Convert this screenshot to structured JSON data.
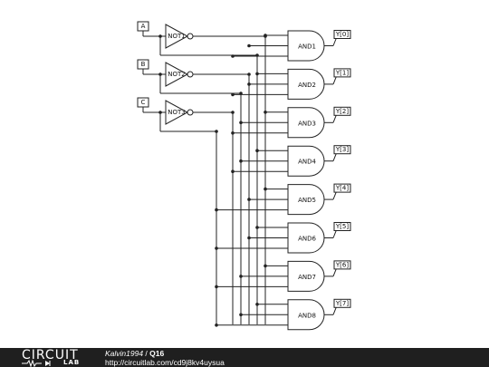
{
  "inputs": [
    "A",
    "B",
    "C"
  ],
  "not_gates": [
    "NOT1",
    "NOT2",
    "NOT3"
  ],
  "and_gates": [
    "AND1",
    "AND2",
    "AND3",
    "AND4",
    "AND5",
    "AND6",
    "AND7",
    "AND8"
  ],
  "outputs": [
    "Y[0]",
    "Y[1]",
    "Y[2]",
    "Y[3]",
    "Y[4]",
    "Y[5]",
    "Y[6]",
    "Y[7]"
  ],
  "footer": {
    "logo_top": "CIRCUIT",
    "logo_bottom": "LAB",
    "author": "Kalvin1994",
    "separator": " / ",
    "title": "Q16",
    "url": "http://circuitlab.com/cd9j8kv4uysua"
  }
}
